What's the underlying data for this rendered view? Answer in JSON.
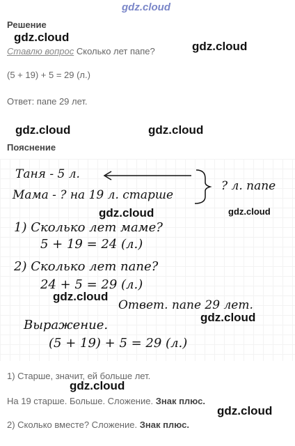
{
  "watermark": "gdz.cloud",
  "solution": {
    "heading": "Решение",
    "question_label": "Ставлю вопрос",
    "question_text": "Сколько лет папе?",
    "expression": "(5 + 19) + 5 = 29 (л.)",
    "answer": "Ответ: папе 29 лет."
  },
  "explanation": {
    "heading": "Пояснение",
    "handwritten": {
      "line1": "Таня - 5 л.",
      "line2": "Мама - ? на 19 л. старше",
      "brace_label": "? л. папе",
      "step1_q": "1) Сколько лет маме?",
      "step1_calc": "5 + 19 = 24 (л.)",
      "step2_q": "2) Сколько лет папе?",
      "step2_calc": "24 + 5 = 29 (л.)",
      "answer": "Ответ. папе 29 лет.",
      "expr_label": "Выражение.",
      "expr": "(5 + 19) + 5 = 29 (л.)"
    },
    "notes": {
      "line1": "1) Старше, значит, ей больше лет.",
      "line2_prefix": "На 19 старше. Больше. Сложение.",
      "line2_bold": "Знак плюс.",
      "line3_prefix": "2) Сколько вместе?  Сложение.",
      "line3_bold": "Знак плюс."
    }
  }
}
